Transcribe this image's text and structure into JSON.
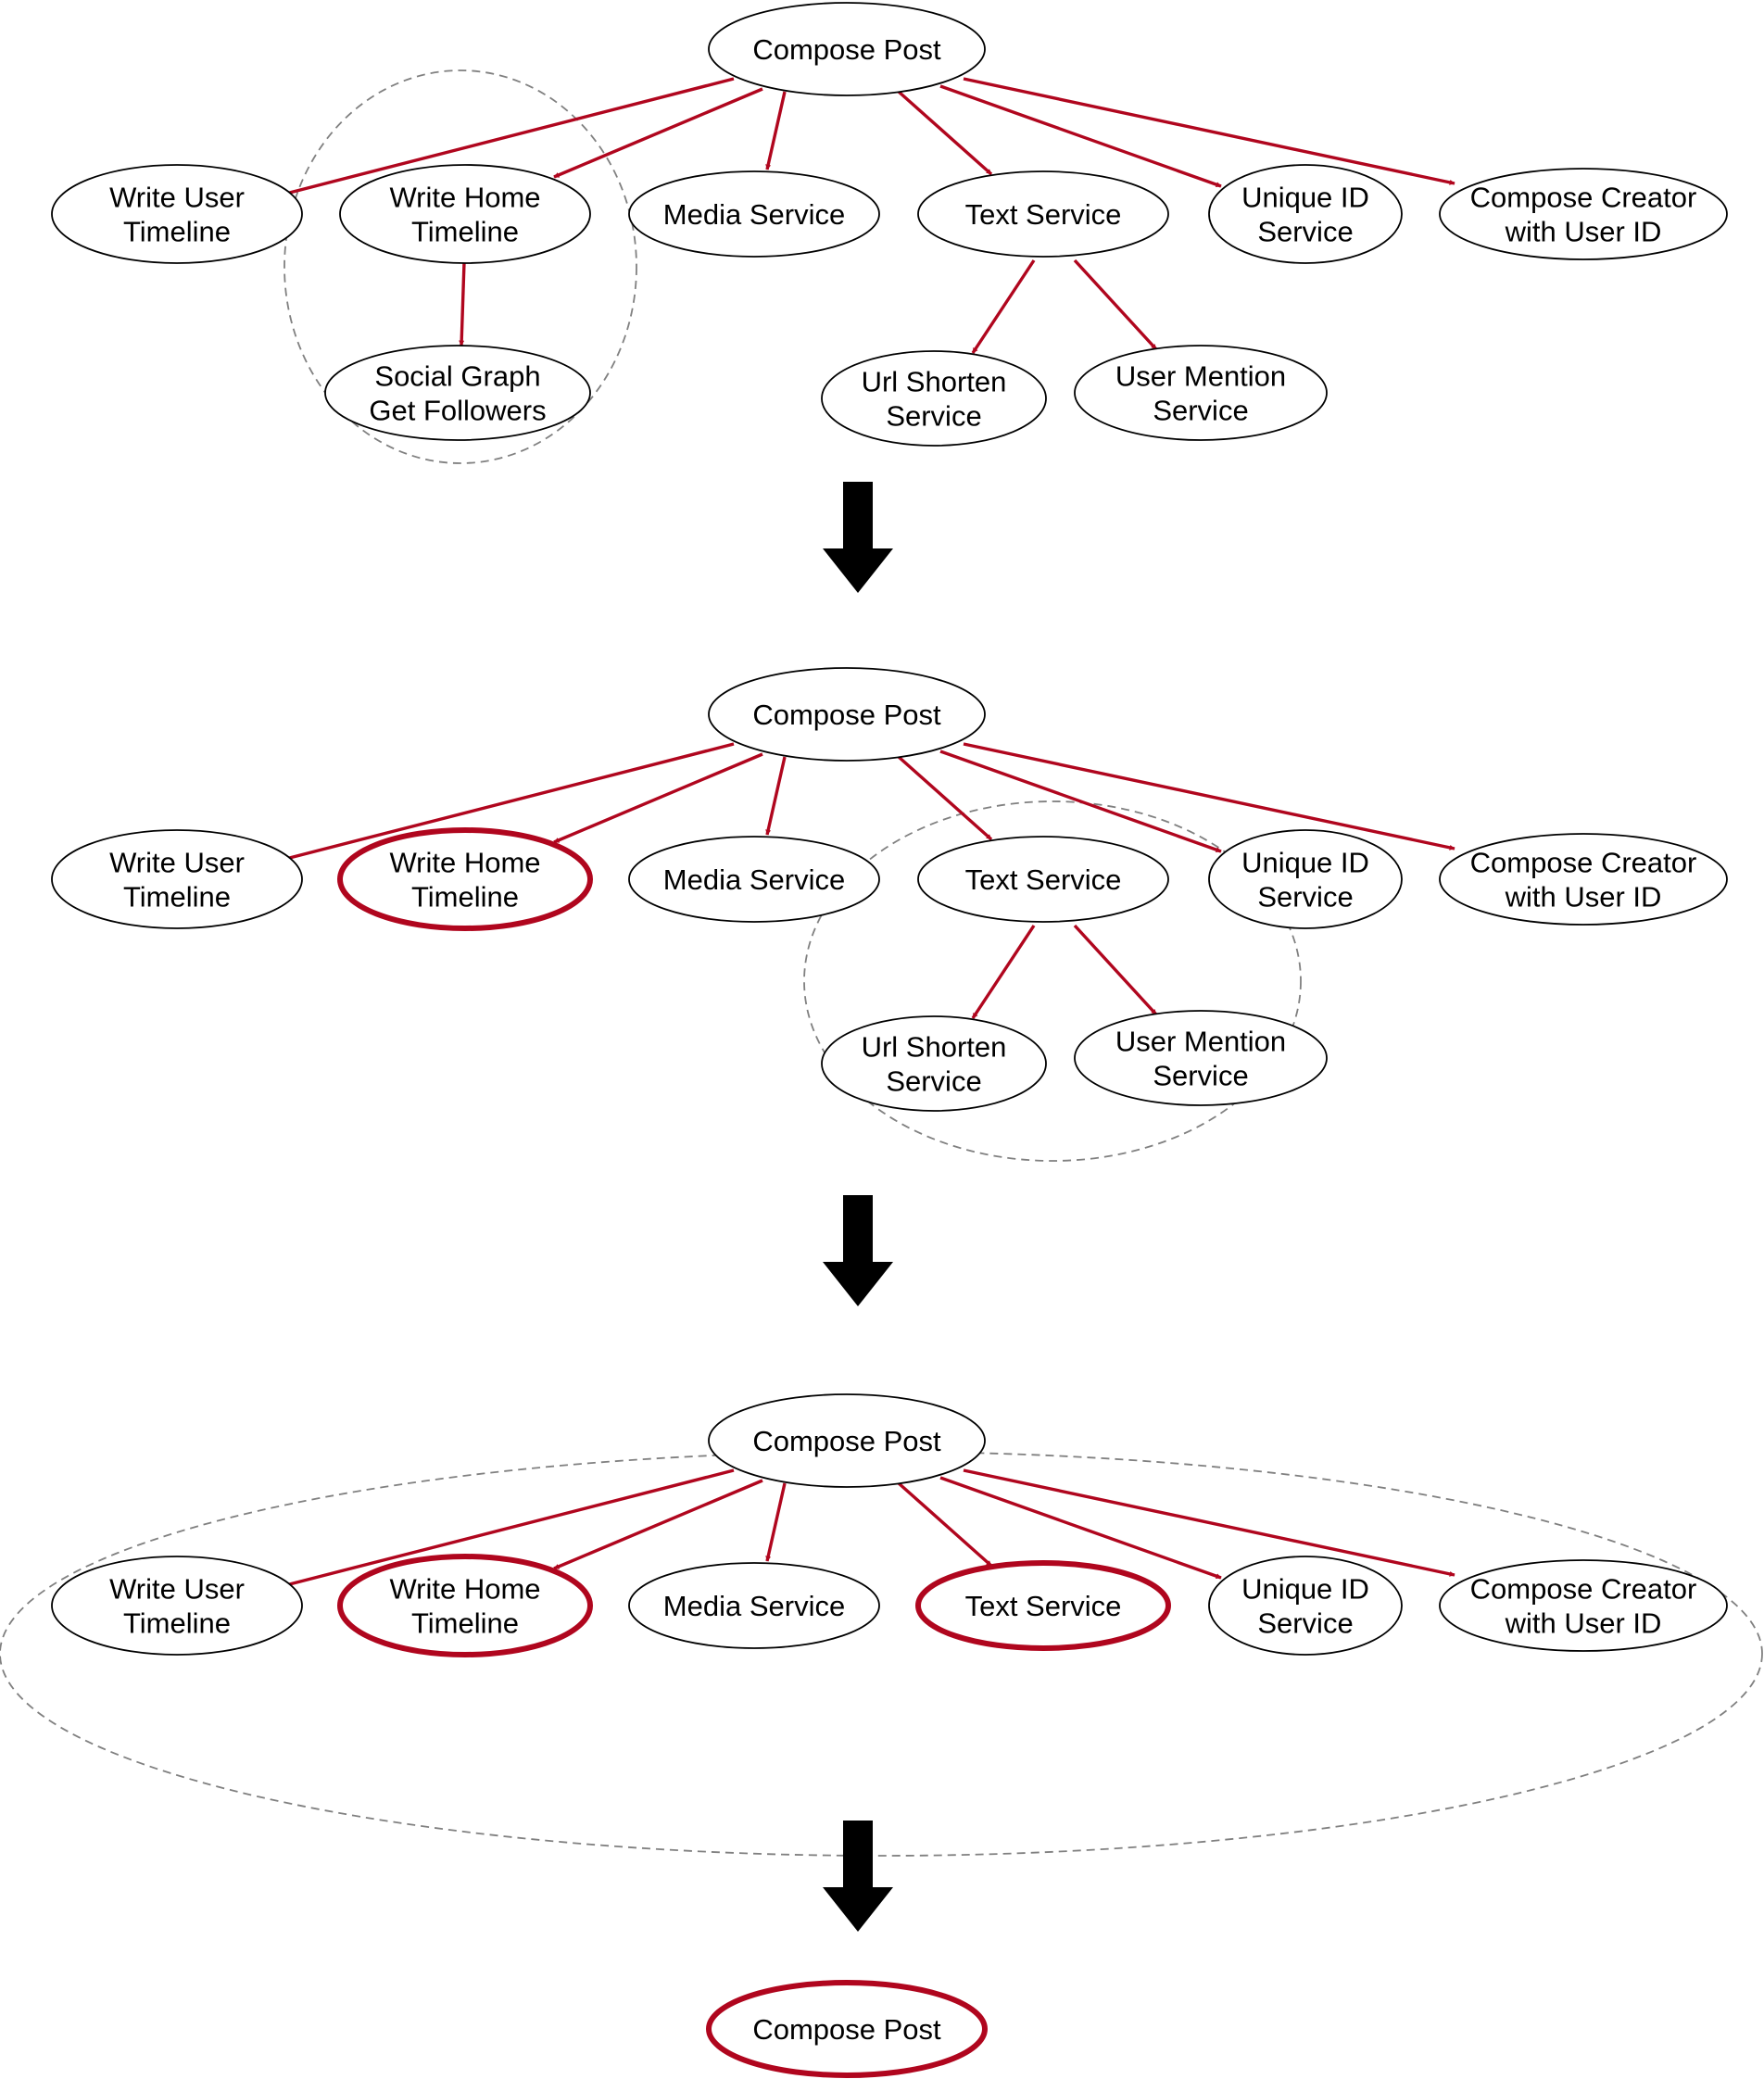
{
  "colors": {
    "edge": "#b0061e",
    "merged_outline": "#b0061e",
    "group_outline": "#808080",
    "node_outline": "#000000",
    "step_arrow": "#000000"
  },
  "nodes": {
    "compose_post": [
      "Compose Post"
    ],
    "write_user_timeline": [
      "Write User",
      "Timeline"
    ],
    "write_home_timeline": [
      "Write Home",
      "Timeline"
    ],
    "media_service": [
      "Media Service"
    ],
    "text_service": [
      "Text Service"
    ],
    "unique_id_service": [
      "Unique ID",
      "Service"
    ],
    "compose_creator": [
      "Compose Creator",
      "with User ID"
    ],
    "social_graph": [
      "Social Graph",
      "Get Followers"
    ],
    "url_shorten": [
      "Url Shorten",
      "Service"
    ],
    "user_mention": [
      "User Mention",
      "Service"
    ]
  },
  "stages": [
    {
      "name": "stage-1",
      "nodes": [
        {
          "id": "compose_post",
          "merged": false
        },
        {
          "id": "write_user_timeline",
          "merged": false
        },
        {
          "id": "write_home_timeline",
          "merged": false
        },
        {
          "id": "media_service",
          "merged": false
        },
        {
          "id": "text_service",
          "merged": false
        },
        {
          "id": "unique_id_service",
          "merged": false
        },
        {
          "id": "compose_creator",
          "merged": false
        },
        {
          "id": "social_graph",
          "merged": false
        },
        {
          "id": "url_shorten",
          "merged": false
        },
        {
          "id": "user_mention",
          "merged": false
        }
      ],
      "edges": [
        [
          "compose_post",
          "write_user_timeline"
        ],
        [
          "compose_post",
          "write_home_timeline"
        ],
        [
          "compose_post",
          "media_service"
        ],
        [
          "compose_post",
          "text_service"
        ],
        [
          "compose_post",
          "unique_id_service"
        ],
        [
          "compose_post",
          "compose_creator"
        ],
        [
          "write_home_timeline",
          "social_graph"
        ],
        [
          "text_service",
          "url_shorten"
        ],
        [
          "text_service",
          "user_mention"
        ]
      ],
      "group": [
        "write_home_timeline",
        "social_graph"
      ]
    },
    {
      "name": "stage-2",
      "nodes": [
        {
          "id": "compose_post",
          "merged": false
        },
        {
          "id": "write_user_timeline",
          "merged": false
        },
        {
          "id": "write_home_timeline",
          "merged": true
        },
        {
          "id": "media_service",
          "merged": false
        },
        {
          "id": "text_service",
          "merged": false
        },
        {
          "id": "unique_id_service",
          "merged": false
        },
        {
          "id": "compose_creator",
          "merged": false
        },
        {
          "id": "url_shorten",
          "merged": false
        },
        {
          "id": "user_mention",
          "merged": false
        }
      ],
      "edges": [
        [
          "compose_post",
          "write_user_timeline"
        ],
        [
          "compose_post",
          "write_home_timeline"
        ],
        [
          "compose_post",
          "media_service"
        ],
        [
          "compose_post",
          "text_service"
        ],
        [
          "compose_post",
          "unique_id_service"
        ],
        [
          "compose_post",
          "compose_creator"
        ],
        [
          "text_service",
          "url_shorten"
        ],
        [
          "text_service",
          "user_mention"
        ]
      ],
      "group": [
        "text_service",
        "url_shorten",
        "user_mention"
      ]
    },
    {
      "name": "stage-3",
      "nodes": [
        {
          "id": "compose_post",
          "merged": false
        },
        {
          "id": "write_user_timeline",
          "merged": false
        },
        {
          "id": "write_home_timeline",
          "merged": true
        },
        {
          "id": "media_service",
          "merged": false
        },
        {
          "id": "text_service",
          "merged": true
        },
        {
          "id": "unique_id_service",
          "merged": false
        },
        {
          "id": "compose_creator",
          "merged": false
        }
      ],
      "edges": [
        [
          "compose_post",
          "write_user_timeline"
        ],
        [
          "compose_post",
          "write_home_timeline"
        ],
        [
          "compose_post",
          "media_service"
        ],
        [
          "compose_post",
          "text_service"
        ],
        [
          "compose_post",
          "unique_id_service"
        ],
        [
          "compose_post",
          "compose_creator"
        ]
      ],
      "group": [
        "compose_post",
        "write_user_timeline",
        "write_home_timeline",
        "media_service",
        "text_service",
        "unique_id_service",
        "compose_creator"
      ]
    },
    {
      "name": "stage-4",
      "nodes": [
        {
          "id": "compose_post",
          "merged": true
        }
      ],
      "edges": [],
      "group": []
    }
  ]
}
